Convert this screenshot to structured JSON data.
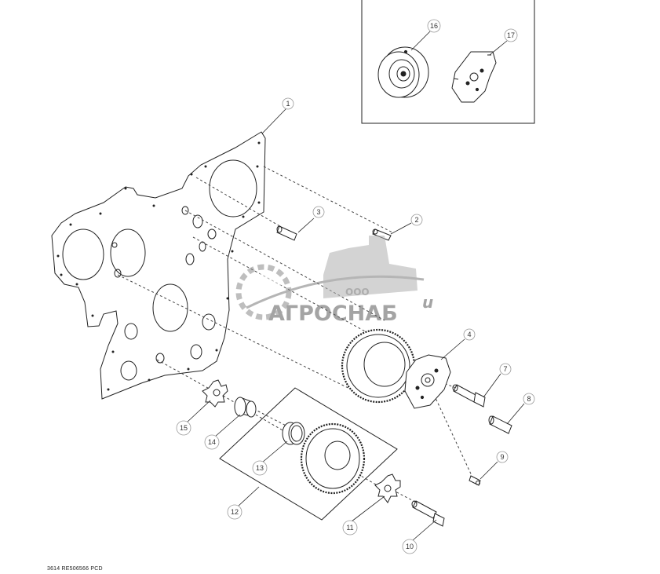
{
  "diagram": {
    "callouts": [
      {
        "id": "c1",
        "label": "1"
      },
      {
        "id": "c2",
        "label": "2"
      },
      {
        "id": "c3",
        "label": "3"
      },
      {
        "id": "c4",
        "label": "4"
      },
      {
        "id": "c7",
        "label": "7"
      },
      {
        "id": "c8",
        "label": "8"
      },
      {
        "id": "c9",
        "label": "9"
      },
      {
        "id": "c10",
        "label": "10"
      },
      {
        "id": "c11",
        "label": "11"
      },
      {
        "id": "c12",
        "label": "12"
      },
      {
        "id": "c13",
        "label": "13"
      },
      {
        "id": "c14",
        "label": "14"
      },
      {
        "id": "c15",
        "label": "15"
      },
      {
        "id": "c16",
        "label": "16"
      },
      {
        "id": "c17",
        "label": "17"
      }
    ],
    "footer_code": "3614  RE506566  PCD"
  },
  "watermark": {
    "company_prefix": "ООО",
    "company_name": "АГРОСНАБ",
    "suffix_letter": "u",
    "color": "#9a9a9a"
  },
  "colors": {
    "line": "#222222",
    "callout": "#555555"
  }
}
